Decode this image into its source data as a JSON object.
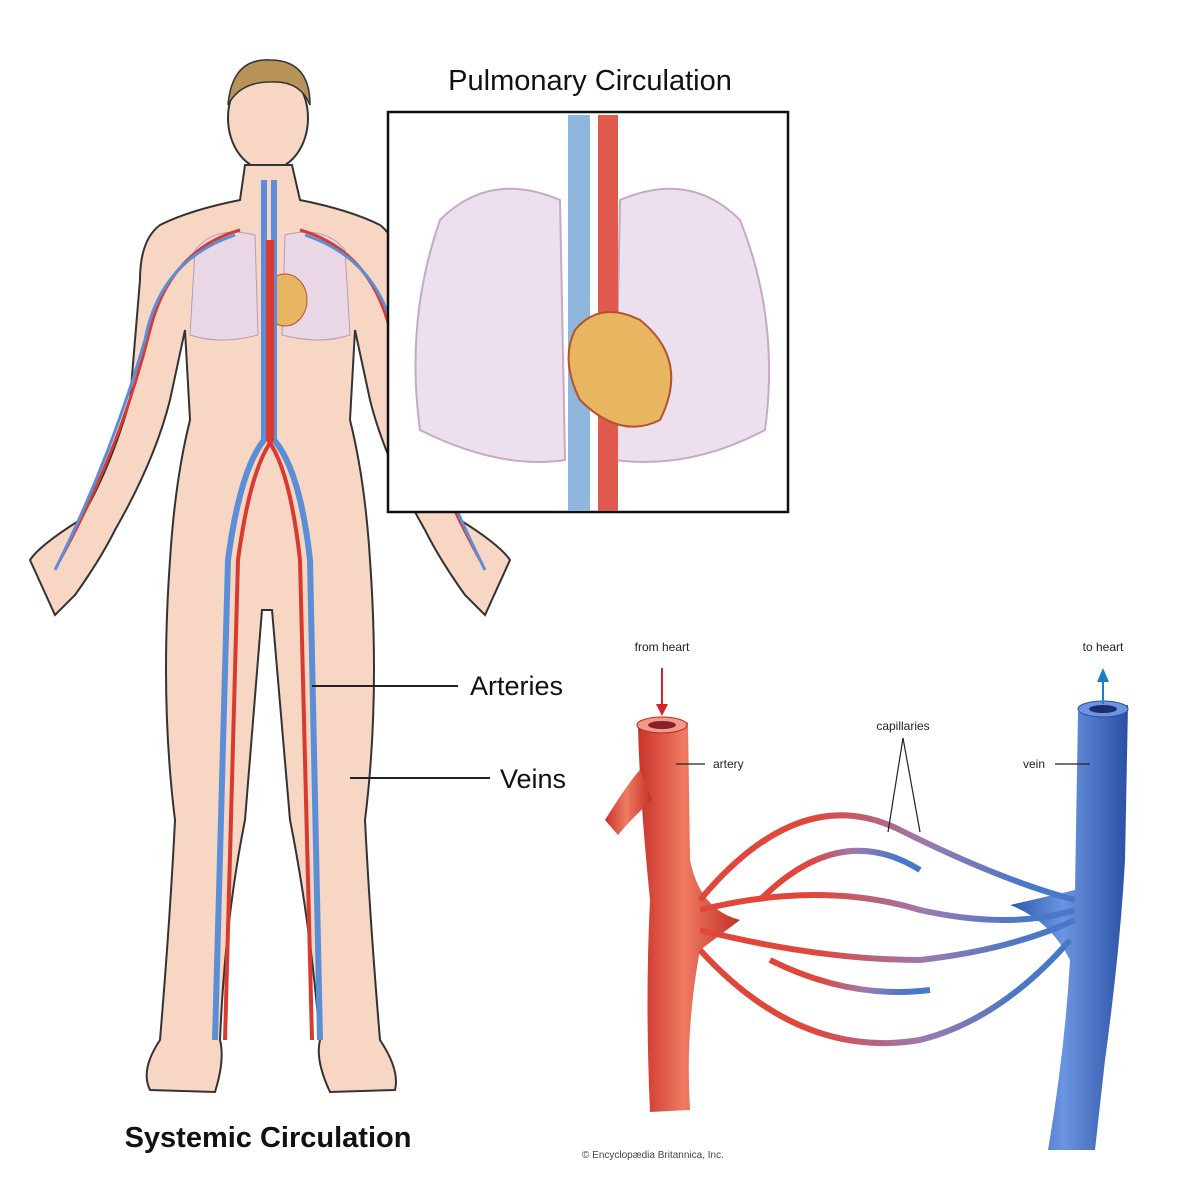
{
  "titles": {
    "pulmonary": "Pulmonary Circulation",
    "systemic": "Systemic Circulation"
  },
  "body_labels": {
    "arteries": "Arteries",
    "veins": "Veins"
  },
  "capillary_diagram": {
    "from_heart": "from heart",
    "to_heart": "to heart",
    "artery": "artery",
    "vein": "vein",
    "capillaries": "capillaries",
    "credit": "© Encyclopædia Britannica, Inc."
  },
  "colors": {
    "artery": "#e0463a",
    "vein": "#3f6fc4",
    "skin": "#f7d6c4",
    "lung": "#e9d7e6"
  }
}
